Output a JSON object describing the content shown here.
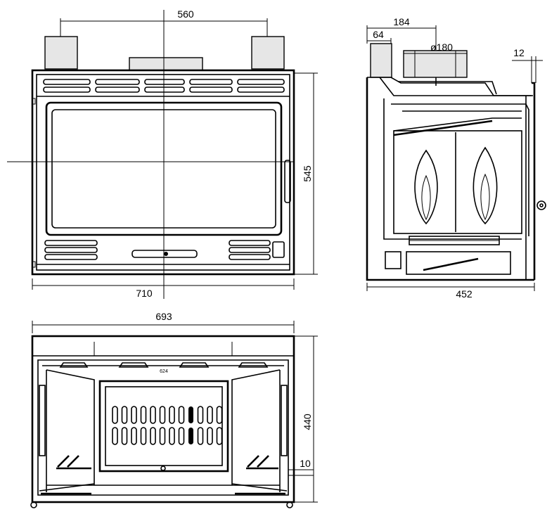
{
  "dimensions": {
    "front_top_width": "560",
    "front_bottom_width": "710",
    "front_height": "545",
    "side_depth_top": "184",
    "side_offset": "64",
    "side_flue": "ø180",
    "side_edge": "12",
    "side_depth": "452",
    "plan_width": "693",
    "plan_depth": "440",
    "plan_edge": "10",
    "plan_inner": "624"
  }
}
